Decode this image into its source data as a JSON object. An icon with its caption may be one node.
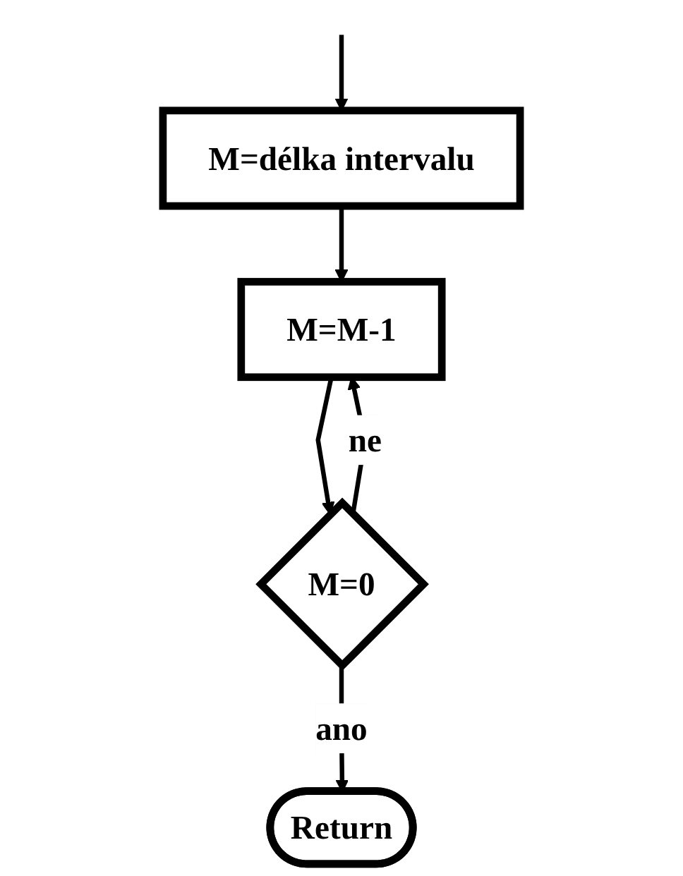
{
  "diagram": {
    "nodes": [
      {
        "text": [
          "M=délka intervalu"
        ]
      },
      {
        "text": [
          "M=M-1"
        ]
      },
      {
        "text": [
          "M=0"
        ]
      },
      {
        "text": [
          "Return"
        ]
      }
    ],
    "edges": [
      {
        "from": null,
        "to": 0,
        "arrow": "to"
      },
      {
        "from": 0,
        "to": 1,
        "arrow": "to"
      },
      {
        "from": 1,
        "to": 2,
        "arrow": "to"
      },
      {
        "from": 2,
        "to": 1,
        "label": "ne",
        "arrow": "to"
      },
      {
        "from": 2,
        "to": 3,
        "label": "ano",
        "arrow": "to"
      }
    ]
  }
}
